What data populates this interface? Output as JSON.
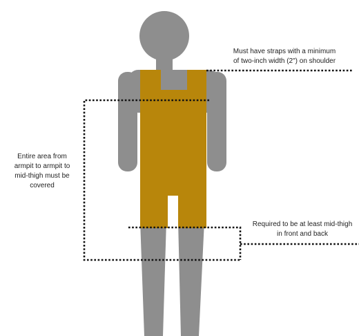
{
  "colors": {
    "figure": "#8e8e8e",
    "garment": "#b8860b",
    "dotted_line": "#111111",
    "text": "#222222",
    "background": "#ffffff"
  },
  "annotations": {
    "straps": {
      "line1": "Must have straps with a minimum",
      "line2": "of two-inch width (2\") on shoulder"
    },
    "coverage": {
      "line1": "Entire area from",
      "line2": "armpit to armpit to",
      "line3": "mid-thigh must be",
      "line4": "covered"
    },
    "thigh": {
      "line1": "Required to be at least mid-thigh",
      "line2": "in front and back"
    }
  }
}
